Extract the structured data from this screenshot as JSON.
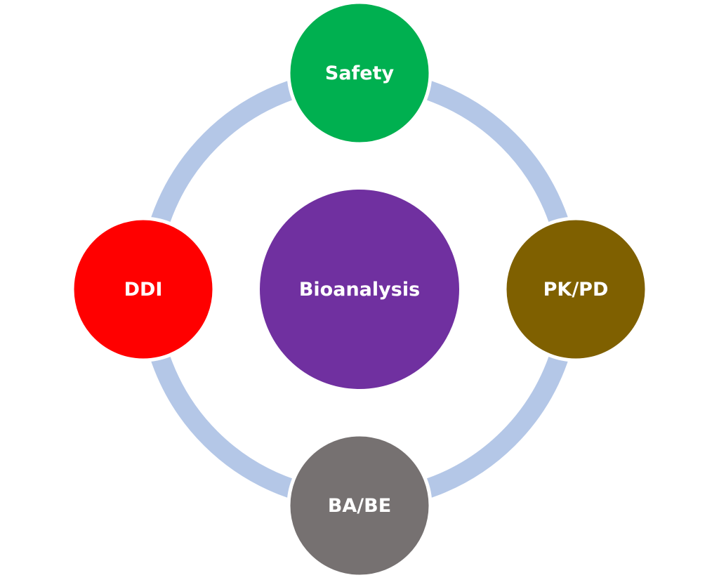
{
  "diagram": {
    "center": {
      "label": "Bioanalysis",
      "color": "#7030a0"
    },
    "ring_color": "#b4c7e7",
    "nodes": {
      "top": {
        "label": "Safety",
        "color": "#00b050"
      },
      "right": {
        "label": "PK/PD",
        "color": "#7f6000"
      },
      "bottom": {
        "label": "BA/BE",
        "color": "#767171"
      },
      "left": {
        "label": "DDI",
        "color": "#ff0000"
      }
    }
  }
}
